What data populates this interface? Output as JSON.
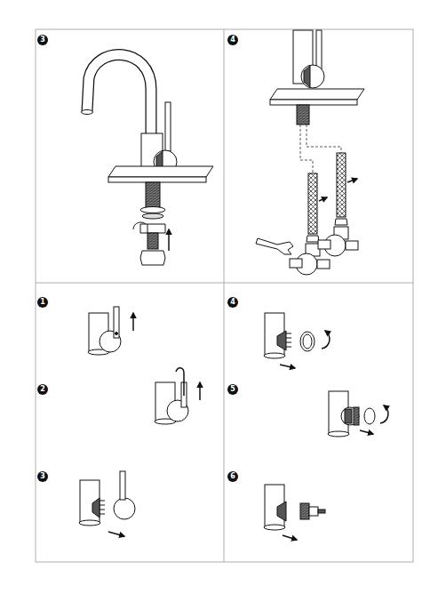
{
  "diagram": {
    "labels": [
      "3",
      "4",
      "1",
      "2",
      "3",
      "4",
      "5",
      "6"
    ]
  }
}
